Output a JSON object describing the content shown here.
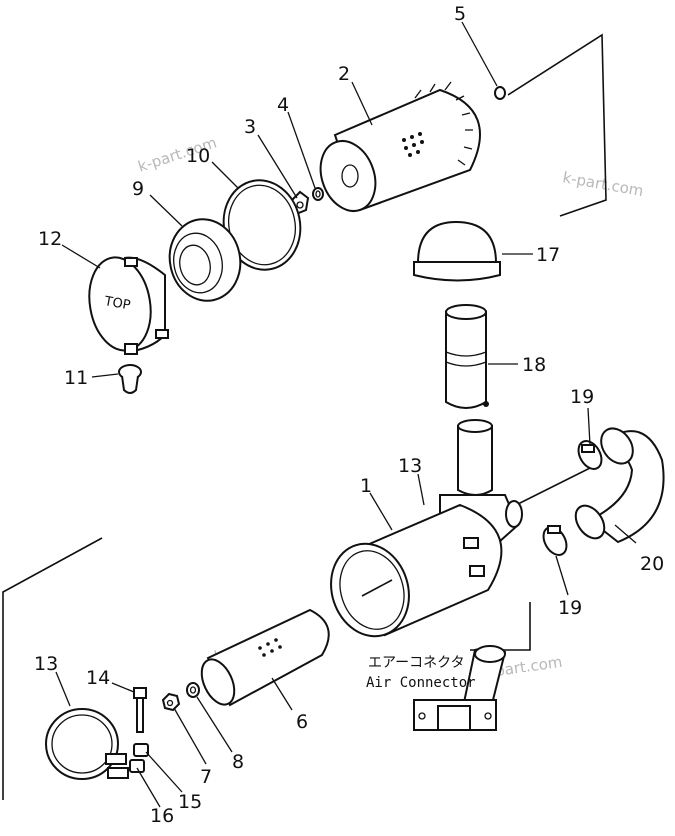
{
  "labels": {
    "p1": "1",
    "p2": "2",
    "p3": "3",
    "p4": "4",
    "p5": "5",
    "p6": "6",
    "p7": "7",
    "p8": "8",
    "p9": "9",
    "p10": "10",
    "p11": "11",
    "p12": "12",
    "p13a": "13",
    "p13b": "13",
    "p14": "14",
    "p15": "15",
    "p16": "16",
    "p17": "17",
    "p18": "18",
    "p19a": "19",
    "p19b": "19",
    "p20": "20"
  },
  "cap_text": "TOP",
  "connector_label_jp": "エアーコネクタ",
  "connector_label_en": "Air Connector",
  "watermark": "k-part.com",
  "colors": {
    "ink": "#111111",
    "watermark": "#b8b8b8",
    "background": "#ffffff"
  }
}
